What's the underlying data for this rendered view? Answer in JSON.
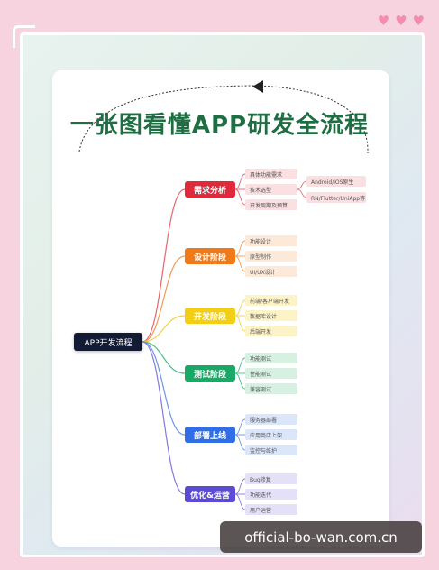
{
  "title": "一张图看懂APP研发全流程",
  "root": "APP开发流程",
  "colors": {
    "title": "#1f6e43",
    "root_bg": "#131a33"
  },
  "branches": [
    {
      "label": "需求分析",
      "color": "#e02a3c",
      "leaf_bg": "#fbe0e2",
      "line": "#e8646f",
      "leaves": [
        "具体功能需求",
        "技术选型",
        "开发周期及预算"
      ],
      "sub_leaves": [
        "Android/iOS原生",
        "RN/Flutter/UniApp等"
      ]
    },
    {
      "label": "设计阶段",
      "color": "#f07a1a",
      "leaf_bg": "#fde9d8",
      "line": "#f29a55",
      "leaves": [
        "功能设计",
        "原型制作",
        "UI/UX设计"
      ]
    },
    {
      "label": "开发阶段",
      "color": "#f2cf14",
      "leaf_bg": "#fcf4c6",
      "line": "#f0d447",
      "leaves": [
        "前端/客户端开发",
        "数据库设计",
        "后端开发"
      ]
    },
    {
      "label": "测试阶段",
      "color": "#1aa866",
      "leaf_bg": "#d6f0e1",
      "line": "#4cbd86",
      "leaves": [
        "功能测试",
        "性能测试",
        "兼容测试"
      ]
    },
    {
      "label": "部署上线",
      "color": "#2f6ee6",
      "leaf_bg": "#dbe6fb",
      "line": "#6995ea",
      "leaves": [
        "服务器部署",
        "应用商店上架",
        "监控与维护"
      ]
    },
    {
      "label": "优化&运营",
      "color": "#5b4ad6",
      "leaf_bg": "#e4e0f8",
      "line": "#8478e0",
      "leaves": [
        "Bug修复",
        "功能迭代",
        "用户运营"
      ]
    }
  ],
  "watermark": "official-bo-wan.com.cn"
}
